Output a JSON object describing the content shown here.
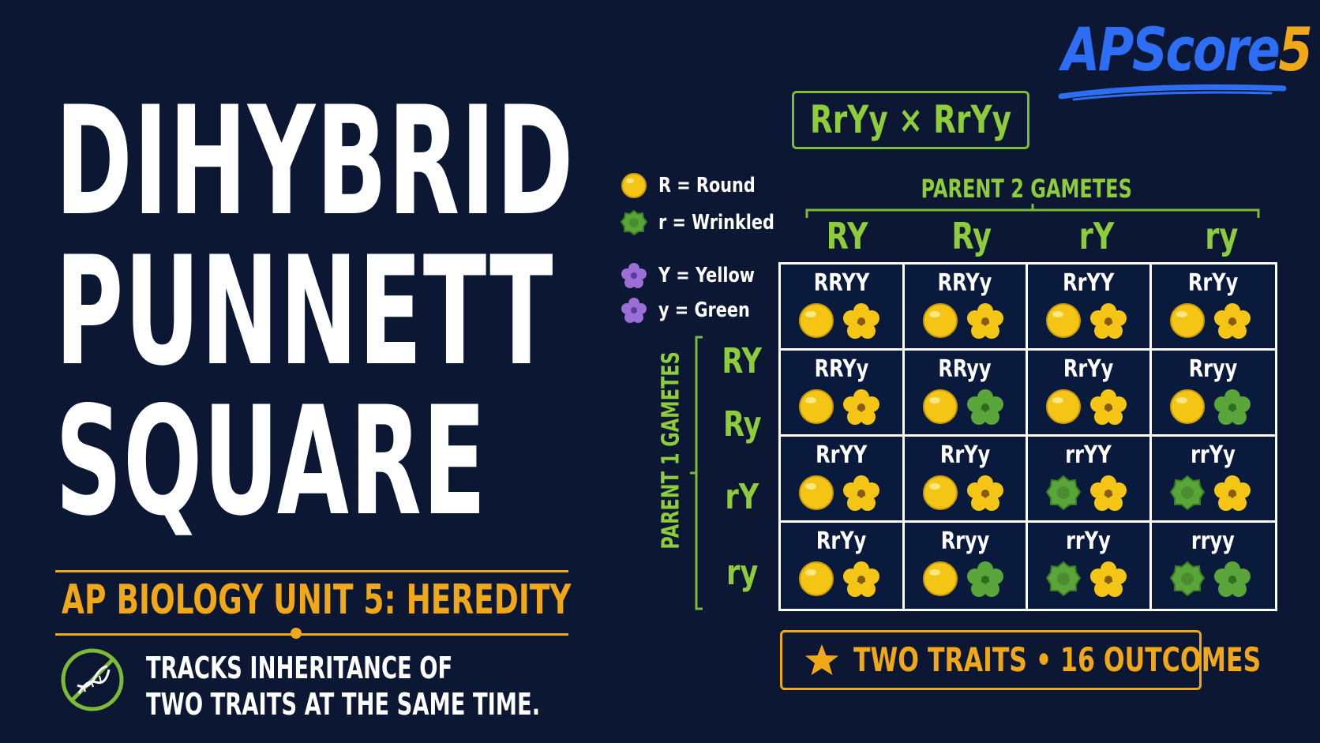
{
  "title_lines": [
    "DIHYBRID",
    "PUNNETT",
    "SQUARE"
  ],
  "subtitle": "AP BIOLOGY UNIT 5: HEREDITY",
  "tagline_lines": [
    "TRACKS INHERITANCE OF",
    "TWO TRAITS AT THE SAME TIME."
  ],
  "logo": {
    "text_ap": "APScore",
    "text_num": "5"
  },
  "cross": "RrYy × RrYy",
  "legend": [
    {
      "symbol": "round-seed-icon",
      "label": "R = Round"
    },
    {
      "symbol": "wrinkled-seed-icon",
      "label": "r = Wrinkled"
    },
    {
      "symbol": "purple-flower-icon",
      "label": "Y = Yellow"
    },
    {
      "symbol": "purple-flower-icon",
      "label": "y = Green"
    }
  ],
  "parent2_label": "PARENT 2 GAMETES",
  "parent1_label": "PARENT 1 GAMETES",
  "parent2_gametes": [
    "RY",
    "Ry",
    "rY",
    "ry"
  ],
  "parent1_gametes": [
    "RY",
    "Ry",
    "rY",
    "ry"
  ],
  "grid": [
    [
      {
        "genotype": "RRYY",
        "shape": "round",
        "color": "yellow"
      },
      {
        "genotype": "RRYy",
        "shape": "round",
        "color": "yellow"
      },
      {
        "genotype": "RrYY",
        "shape": "round",
        "color": "yellow"
      },
      {
        "genotype": "RrYy",
        "shape": "round",
        "color": "yellow"
      }
    ],
    [
      {
        "genotype": "RRYy",
        "shape": "round",
        "color": "yellow"
      },
      {
        "genotype": "RRyy",
        "shape": "round",
        "color": "green"
      },
      {
        "genotype": "RrYy",
        "shape": "round",
        "color": "yellow"
      },
      {
        "genotype": "Rryy",
        "shape": "round",
        "color": "green"
      }
    ],
    [
      {
        "genotype": "RrYY",
        "shape": "round",
        "color": "yellow"
      },
      {
        "genotype": "RrYy",
        "shape": "round",
        "color": "yellow"
      },
      {
        "genotype": "rrYY",
        "shape": "wrinkled",
        "color": "yellow"
      },
      {
        "genotype": "rrYy",
        "shape": "wrinkled",
        "color": "yellow"
      }
    ],
    [
      {
        "genotype": "RrYy",
        "shape": "round",
        "color": "yellow"
      },
      {
        "genotype": "Rryy",
        "shape": "round",
        "color": "green"
      },
      {
        "genotype": "rrYy",
        "shape": "wrinkled",
        "color": "yellow"
      },
      {
        "genotype": "rryy",
        "shape": "wrinkled",
        "color": "green"
      }
    ]
  ],
  "summary": "TWO TRAITS • 16 OUTCOMES",
  "colors": {
    "background": "#0b1733",
    "green": "#8fcc3c",
    "gold": "#f0a818",
    "blue": "#2d6ef5",
    "seed_yellow": "#f5c515",
    "seed_green": "#5aa53a",
    "flower_purple": "#9b6fd6"
  }
}
